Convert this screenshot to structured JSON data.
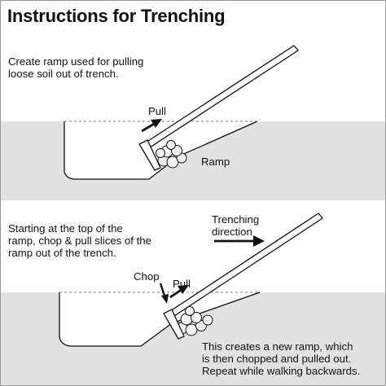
{
  "title": "Instructions for Trenching",
  "step1": {
    "text_line1": "Create ramp used for pulling",
    "text_line2": "loose soil out of trench.",
    "pull_label": "Pull",
    "ramp_label": "Ramp"
  },
  "step2": {
    "text_line1": "Starting at the top of the",
    "text_line2": "ramp, chop & pull slices of the",
    "text_line3": "ramp out of the trench.",
    "direction_line1": "Trenching",
    "direction_line2": "direction",
    "chop_label": "Chop",
    "pull_label": "Pull",
    "note_line1": "This creates a new ramp, which",
    "note_line2": "is then chopped and pulled out.",
    "note_line3": "Repeat while walking backwards."
  },
  "colors": {
    "soil": "#e2e2e2",
    "line": "#111111",
    "ground_dash": "#777777"
  }
}
